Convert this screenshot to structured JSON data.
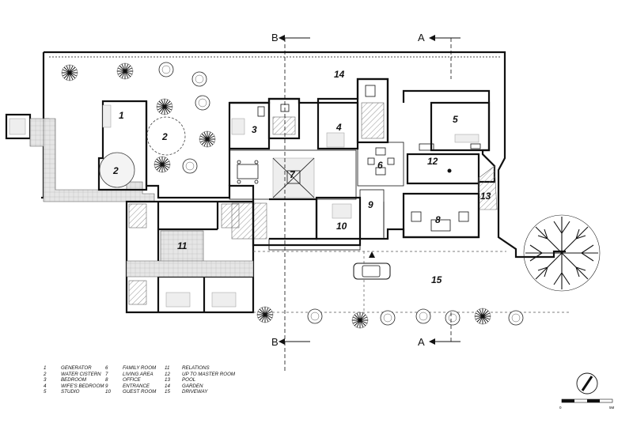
{
  "room_numbers": [
    "1",
    "2",
    "2",
    "3",
    "4",
    "5",
    "6",
    "7",
    "8",
    "9",
    "10",
    "11",
    "12",
    "13",
    "14",
    "15"
  ],
  "section_markers": {
    "top_left": "B",
    "top_right": "A",
    "bottom_left": "B",
    "bottom_right": "A"
  },
  "legend": [
    {
      "n": "1",
      "label": "GENERATOR"
    },
    {
      "n": "2",
      "label": "WATER CISTERN"
    },
    {
      "n": "3",
      "label": "BEDROOM"
    },
    {
      "n": "4",
      "label": "WIFE'S BEDROOM"
    },
    {
      "n": "5",
      "label": "STUDIO"
    },
    {
      "n": "6",
      "label": "FAMILY ROOM"
    },
    {
      "n": "7",
      "label": "LIVING AREA"
    },
    {
      "n": "8",
      "label": "OFFICE"
    },
    {
      "n": "9",
      "label": "ENTRANCE"
    },
    {
      "n": "10",
      "label": "GUEST ROOM"
    },
    {
      "n": "11",
      "label": "RELATIONS"
    },
    {
      "n": "12",
      "label": "UP TO MASTER ROOM"
    },
    {
      "n": "13",
      "label": "POOL"
    },
    {
      "n": "14",
      "label": "GARDEN"
    },
    {
      "n": "15",
      "label": "DRIVEWAY"
    }
  ],
  "scale": {
    "start": "0",
    "end": "5M"
  },
  "icons": {
    "north_arrow": "north-arrow-icon",
    "car": "car-icon",
    "tree": "tree-icon",
    "entry": "entry-triangle-icon"
  }
}
